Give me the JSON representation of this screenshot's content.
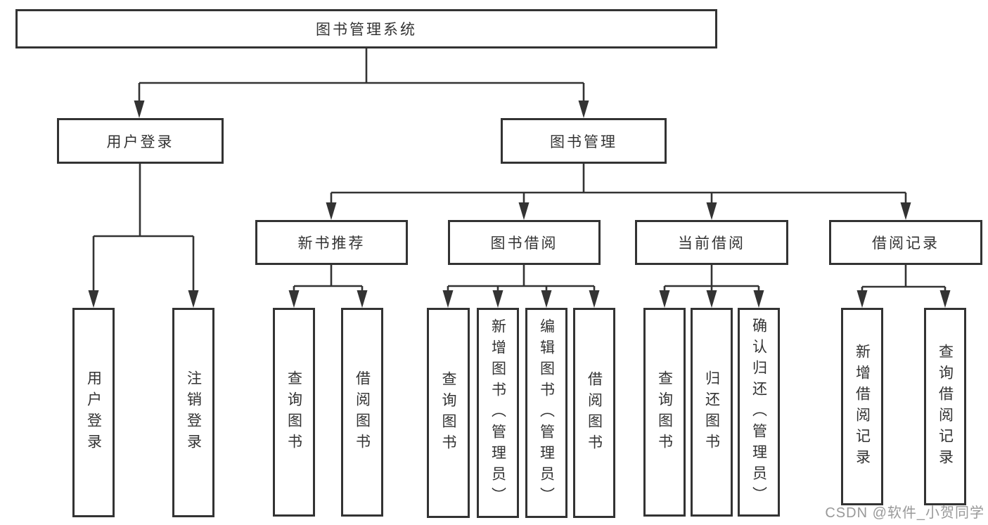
{
  "diagram_title": "图书管理系统",
  "nodes": {
    "root": "图书管理系统",
    "level2": {
      "user_login": "用户登录",
      "book_mgmt": "图书管理"
    },
    "level3": {
      "new_book_rec": "新书推荐",
      "book_borrow": "图书借阅",
      "current_borrow": "当前借阅",
      "borrow_record": "借阅记录"
    },
    "leaves": {
      "login": "用户登录",
      "logout": "注销登录",
      "rec_query_book": "查询图书",
      "rec_borrow_book": "借阅图书",
      "bor_query_book": "查询图书",
      "bor_add_book": "新增图书（管理员）",
      "bor_edit_book": "编辑图书（管理员）",
      "bor_borrow_book": "借阅图书",
      "cur_query_book": "查询图书",
      "cur_return_book": "归还图书",
      "cur_confirm_return": "确认归还（管理员）",
      "hist_add_record": "新增借阅记录",
      "hist_query_record": "查询借阅记录"
    }
  },
  "watermark": "CSDN @软件_小贺同学",
  "colors": {
    "line": "#333333",
    "box_border": "#333333",
    "text": "#333333",
    "background": "#ffffff",
    "watermark": "#999999"
  }
}
